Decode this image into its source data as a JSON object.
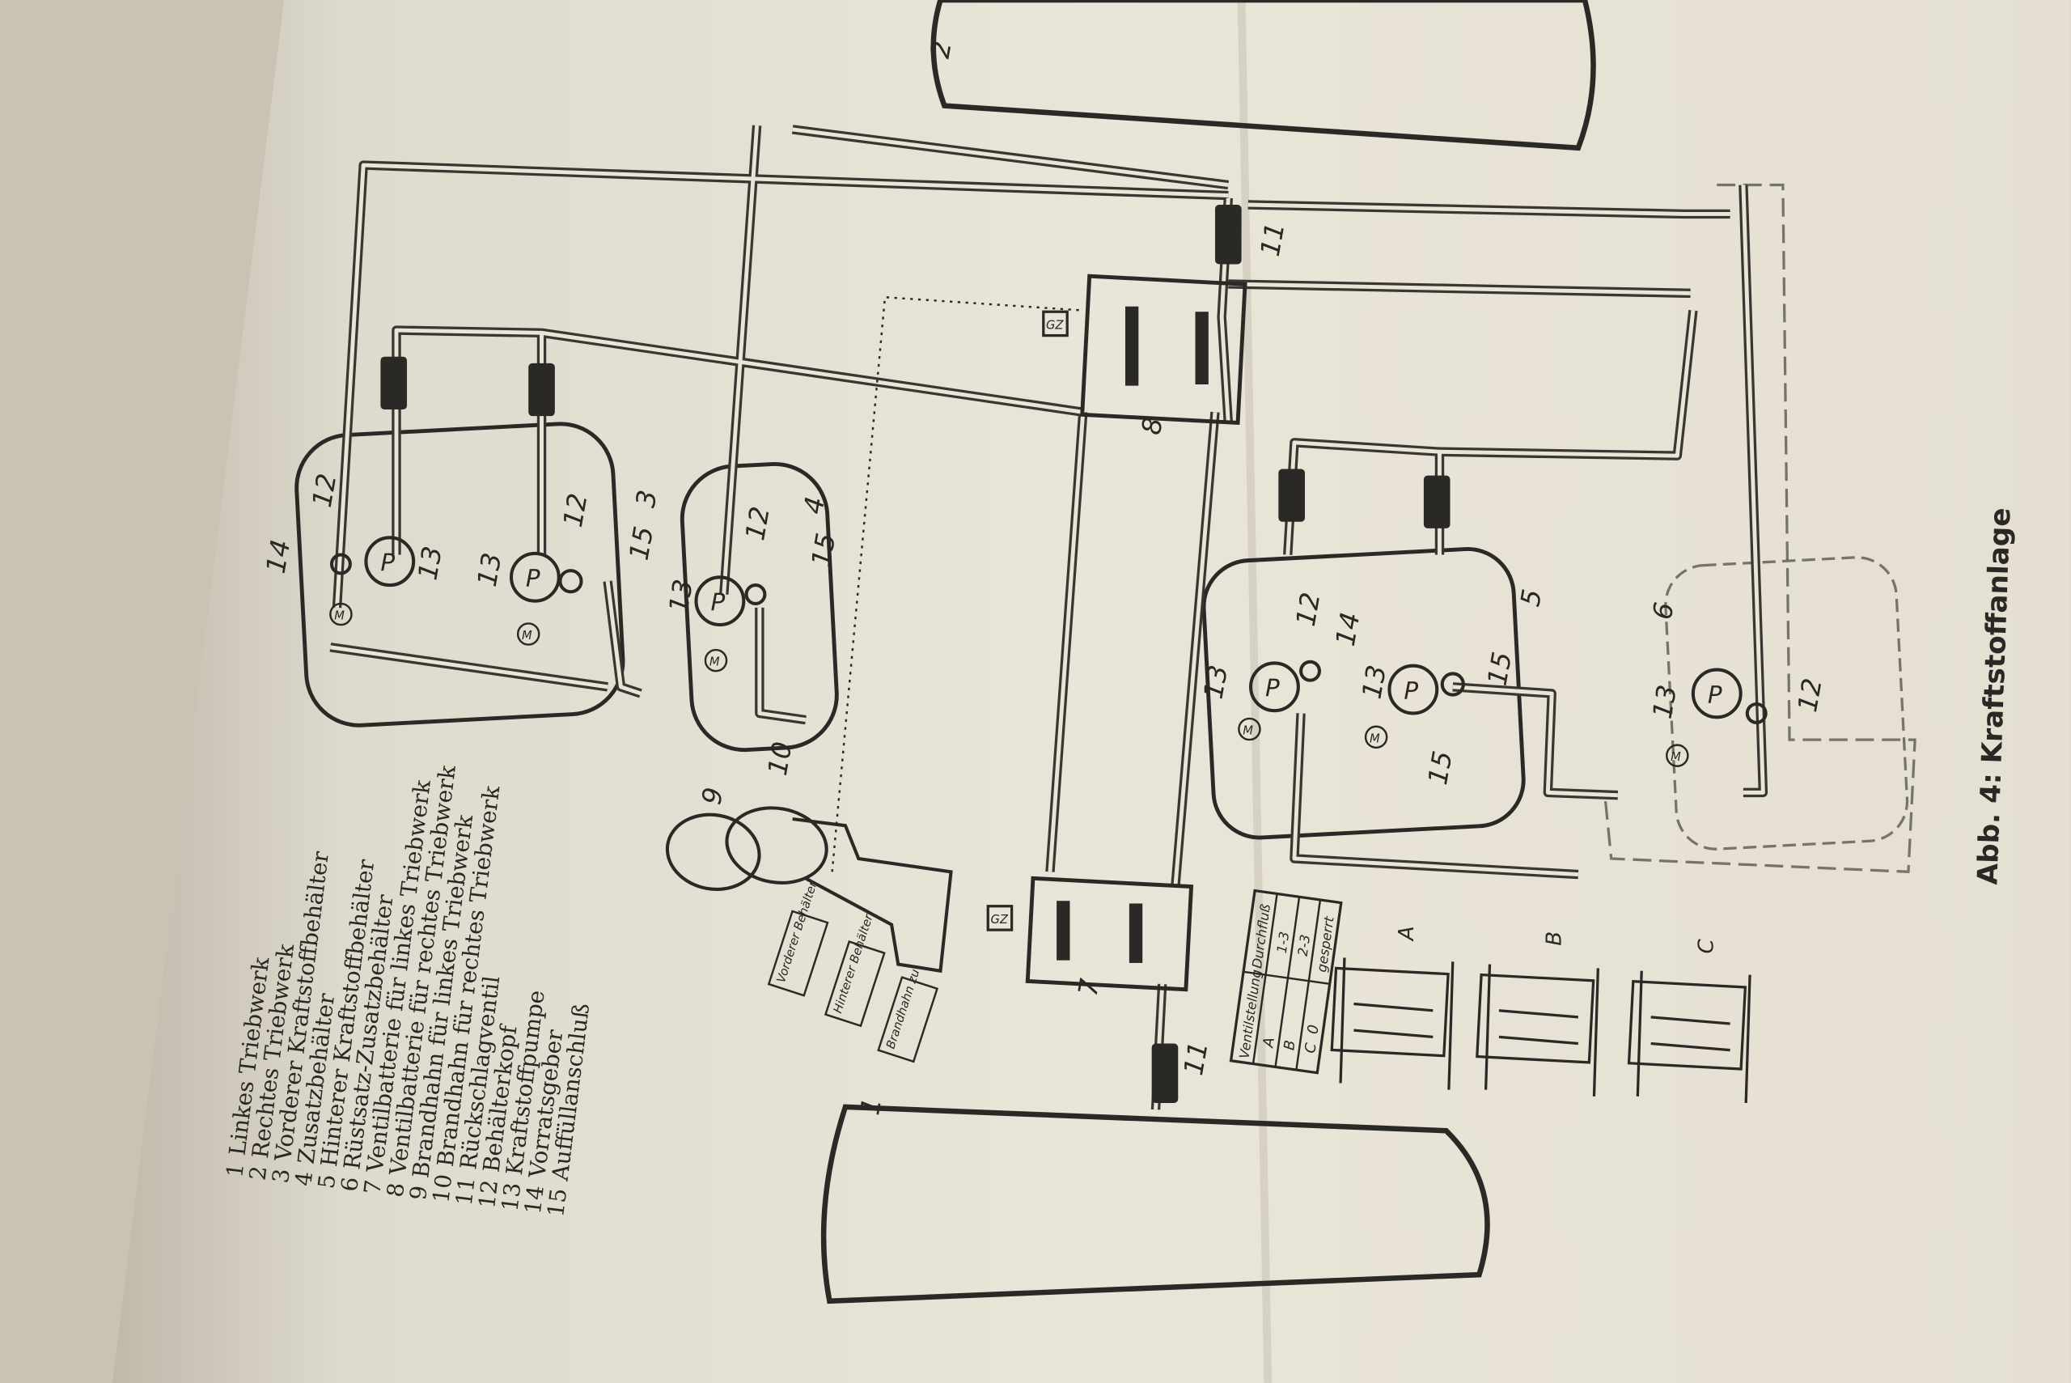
{
  "caption": "Abb. 4: Kraftstoffanlage",
  "legend": [
    {
      "num": "1",
      "label": "Linkes Triebwerk"
    },
    {
      "num": "2",
      "label": "Rechtes Triebwerk"
    },
    {
      "num": "3",
      "label": "Vorderer Kraftstoffbehälter"
    },
    {
      "num": "4",
      "label": "Zusatzbehälter"
    },
    {
      "num": "5",
      "label": "Hinterer Kraftstoffbehälter"
    },
    {
      "num": "6",
      "label": "Rüstsatz-Zusatzbehälter"
    },
    {
      "num": "7",
      "label": "Ventilbatterie für linkes Triebwerk"
    },
    {
      "num": "8",
      "label": "Ventilbatterie für rechtes Triebwerk"
    },
    {
      "num": "9",
      "label": "Brandhahn für linkes Triebwerk"
    },
    {
      "num": "10",
      "label": "Brandhahn für rechtes Triebwerk"
    },
    {
      "num": "11",
      "label": "Rückschlagventil"
    },
    {
      "num": "12",
      "label": "Behälterkopf"
    },
    {
      "num": "13",
      "label": "Kraftstoffpumpe"
    },
    {
      "num": "14",
      "label": "Vorratsgeber"
    },
    {
      "num": "15",
      "label": "Auffüllanschluß"
    }
  ],
  "valve_table": {
    "headers": [
      "Ventilstellung",
      "Durchfluß"
    ],
    "rows": [
      {
        "position": "A",
        "flow": "1-3"
      },
      {
        "position": "B",
        "flow": "2-3"
      },
      {
        "position": "C  0",
        "flow": "gesperrt"
      }
    ]
  },
  "selector_boxes": [
    "Vorderer Behälter",
    "Hinterer Behälter",
    "Brandhahn zu"
  ],
  "position_labels": [
    "A",
    "B",
    "C"
  ],
  "valve_marks": [
    "GZ",
    "GZ"
  ],
  "pump_symbol": "P",
  "motor_symbol": "M",
  "callouts": [
    "1",
    "2",
    "3",
    "4",
    "5",
    "6",
    "7",
    "8",
    "9",
    "10",
    "11",
    "11",
    "12",
    "12",
    "12",
    "12",
    "12",
    "13",
    "13",
    "13",
    "13",
    "13",
    "13",
    "14",
    "14",
    "15",
    "15",
    "15",
    "15"
  ]
}
